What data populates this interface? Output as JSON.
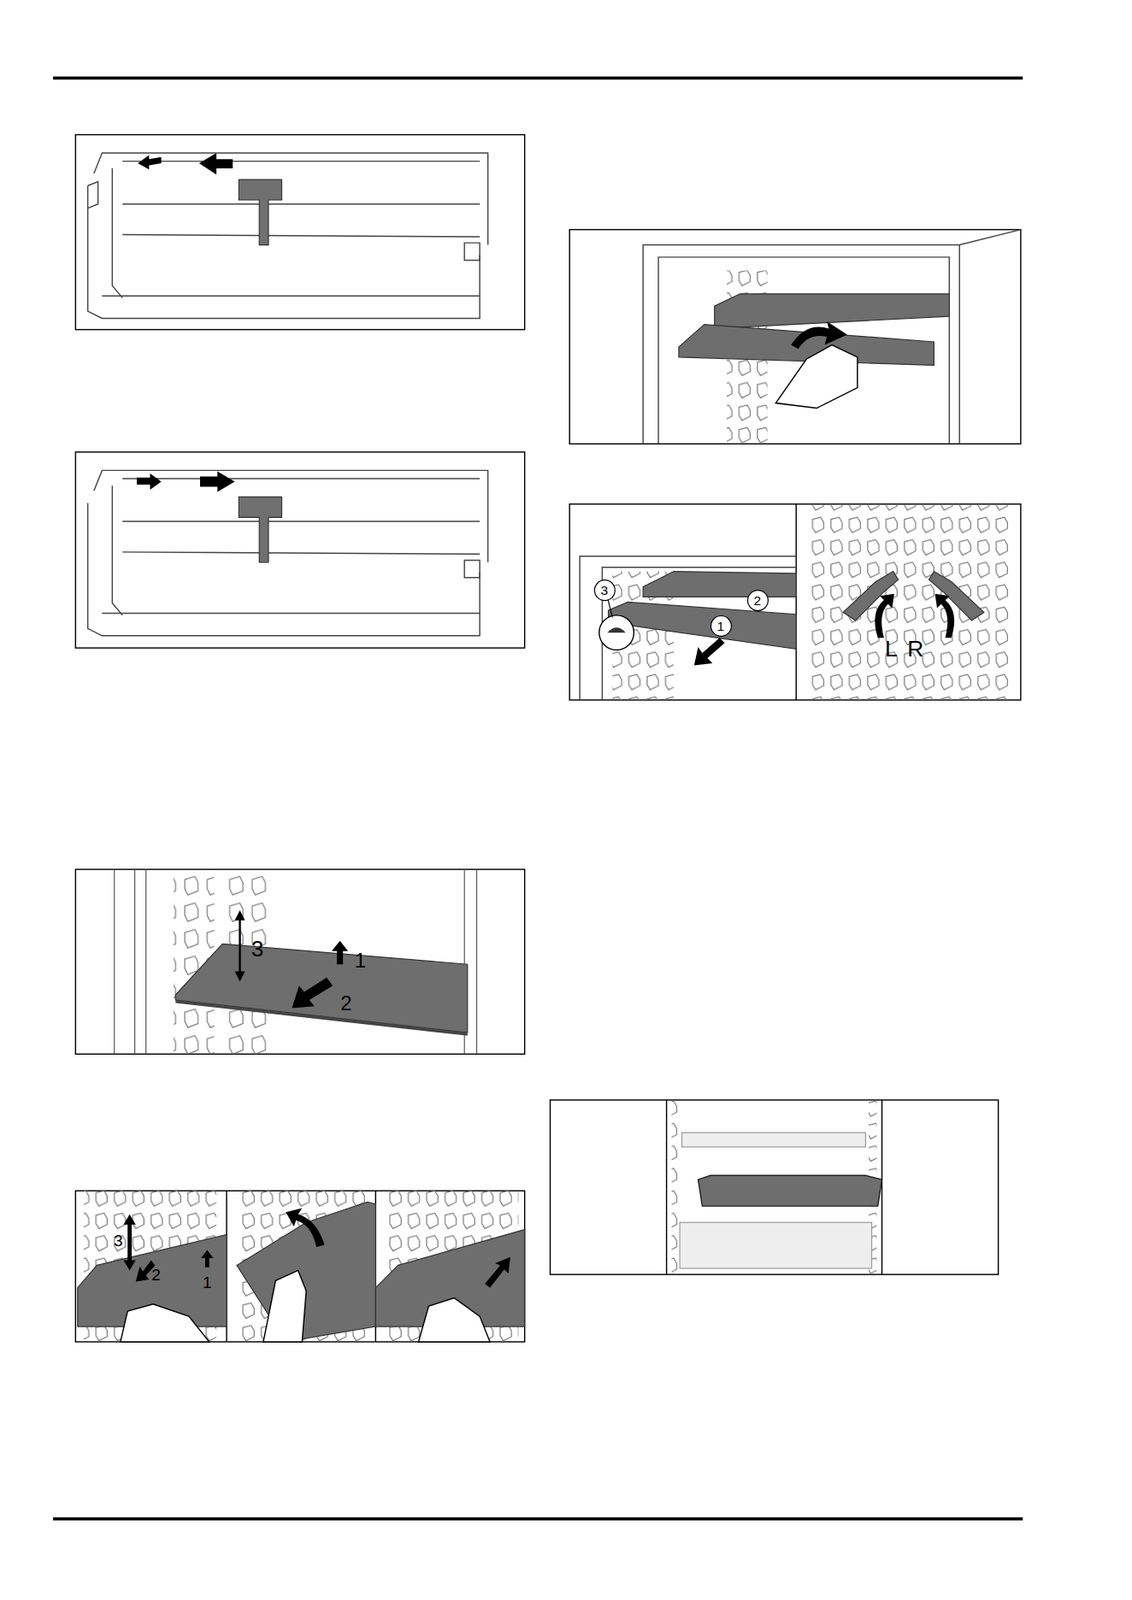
{
  "diagram": {
    "nodes": [
      {
        "text": [
          "3"
        ]
      },
      {
        "text": [
          "2"
        ]
      },
      {
        "text": [
          "1"
        ]
      }
    ],
    "labels": [
      "3",
      "1",
      "2",
      "3",
      "2",
      "1",
      "L",
      "R"
    ]
  }
}
